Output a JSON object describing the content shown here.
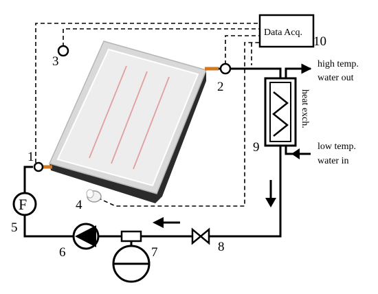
{
  "labels": {
    "data_acq": "Data Acq.",
    "n10": "10",
    "n1": "1",
    "n2": "2",
    "n3": "3",
    "n4": "4",
    "n5": "5",
    "n6": "6",
    "n7": "7",
    "n8": "8",
    "n9": "9",
    "flowmeter": "F",
    "hx": "heat exch.",
    "out_line1": "high temp.",
    "out_line2": "water out",
    "in_line1": "low temp.",
    "in_line2": "water in"
  },
  "colors": {
    "line": "#000000",
    "panel_frame": "#d9d9d9",
    "panel_glass": "#ececec",
    "panel_side": "#2b2b2b",
    "riser": "#e0a0a0",
    "fitting": "#d2781e"
  }
}
